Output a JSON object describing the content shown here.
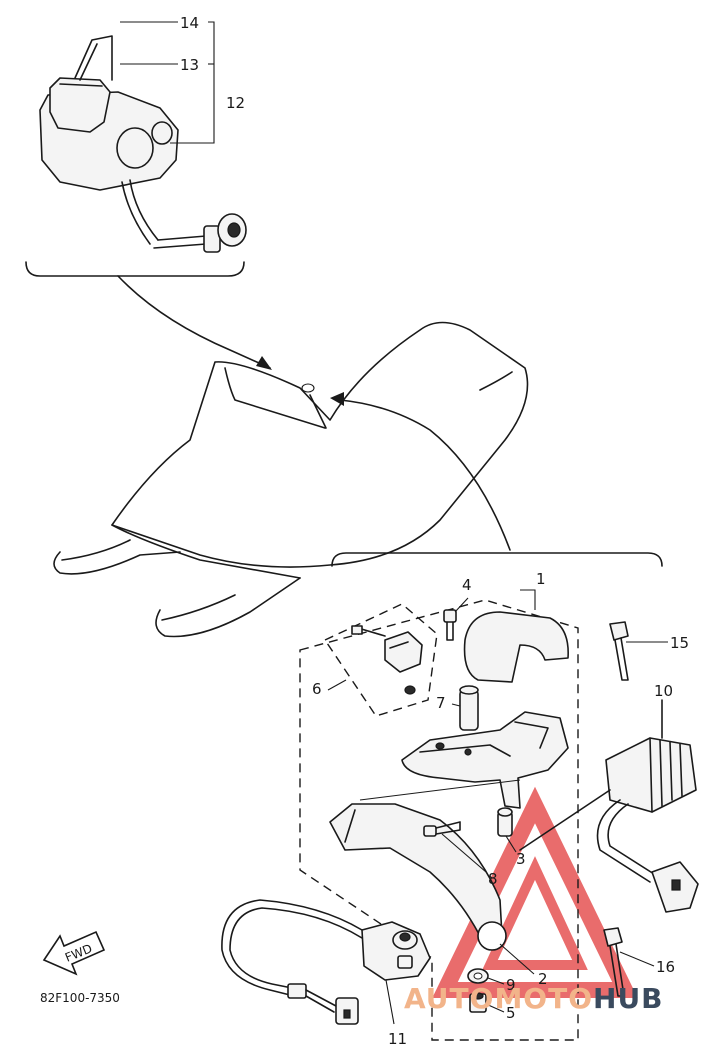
{
  "callouts": {
    "c1": "1",
    "c2": "2",
    "c3": "3",
    "c4": "4",
    "c5": "5",
    "c6": "6",
    "c7": "7",
    "c8": "8",
    "c9": "9",
    "c10": "10",
    "c11": "11",
    "c12": "12",
    "c13": "13",
    "c14": "14",
    "c15": "15",
    "c16": "16"
  },
  "fwd_label": "FWD",
  "diagram_code": "82F100-7350",
  "watermark": {
    "part1": "AUTOMOTO",
    "part2": "HUB",
    "color1": "#f2b48a",
    "color2": "#3a4a5e",
    "logo_color": "#e23b3b"
  }
}
